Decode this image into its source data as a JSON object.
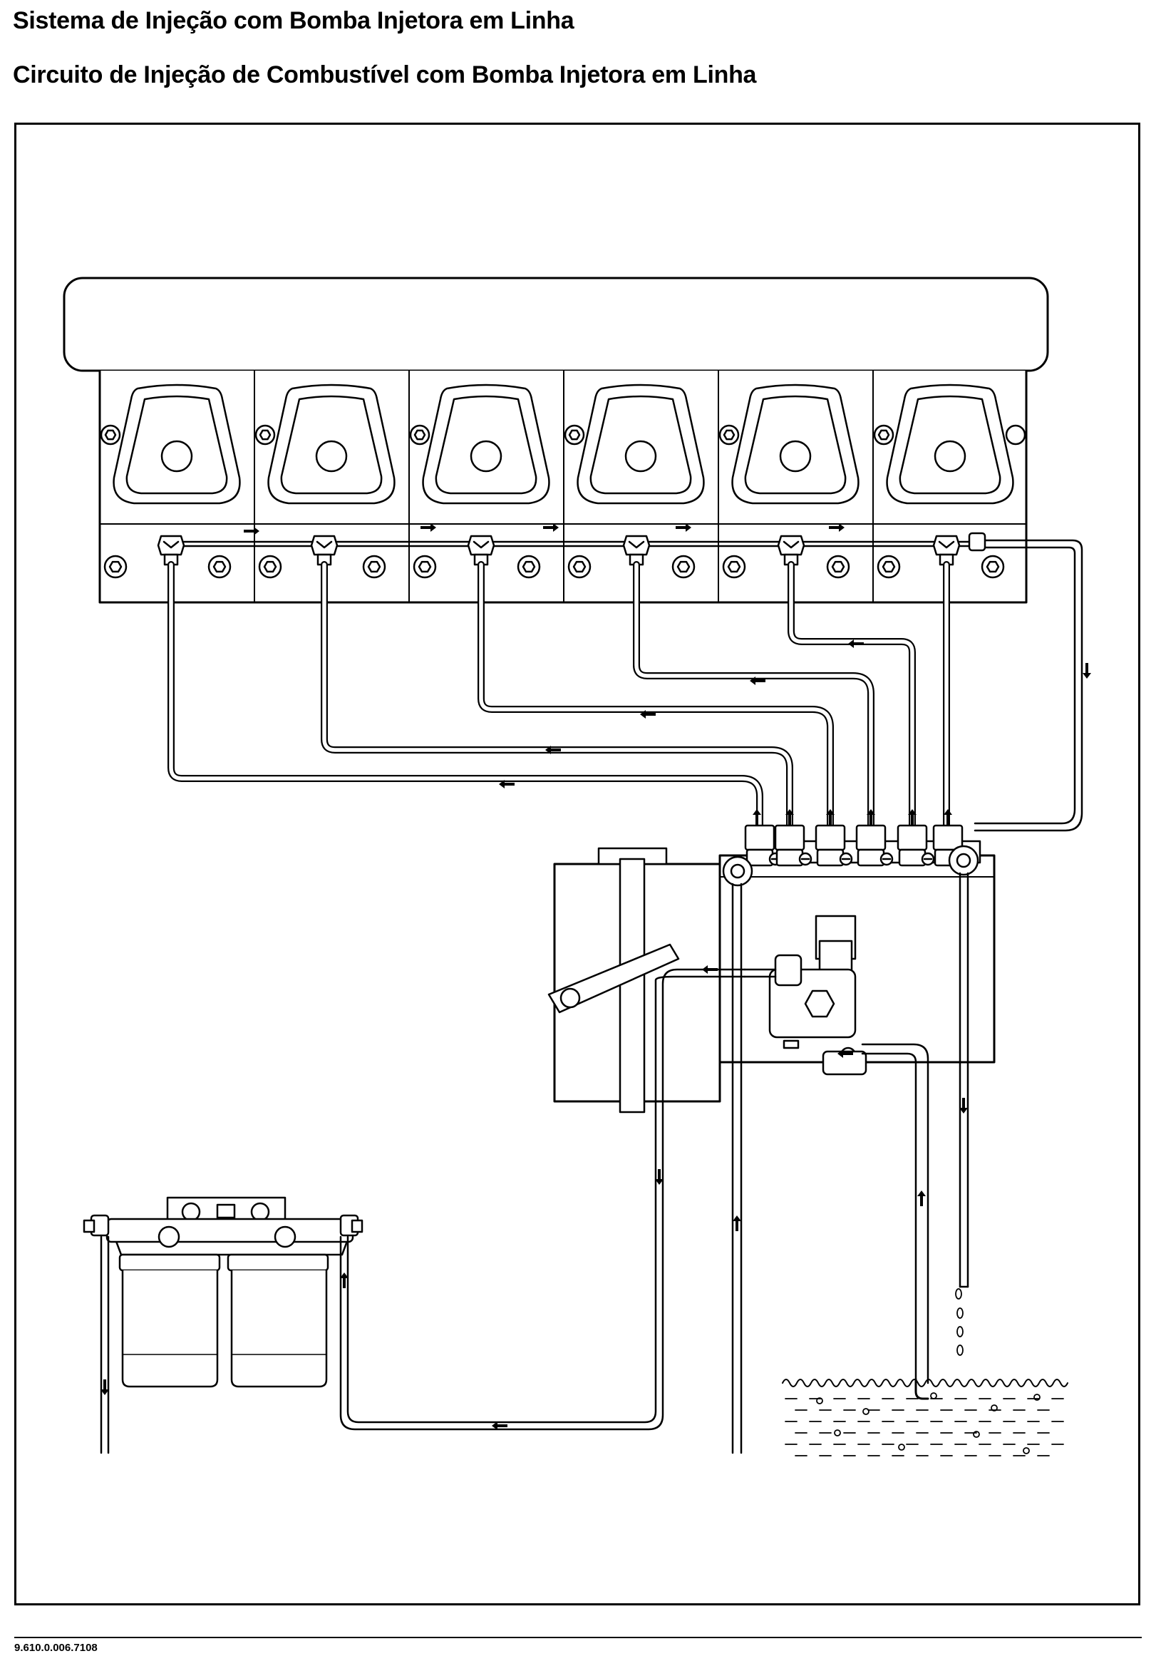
{
  "header": {
    "title": "Sistema de Injeção com Bomba Injetora em Linha",
    "subtitle": "Circuito de Injeção de Combustível com Bomba Injetora em Linha"
  },
  "footer": {
    "doc_code": "9.610.0.006.7108"
  },
  "diagram": {
    "cylinder_count": 6,
    "components": [
      {
        "id": "cylinder-head",
        "icon": "engine-head-icon"
      },
      {
        "id": "injectors",
        "icon": "injector-icon",
        "count": 6
      },
      {
        "id": "inline-injection-pump",
        "icon": "injection-pump-icon"
      },
      {
        "id": "feed-pump",
        "icon": "feed-pump-icon"
      },
      {
        "id": "double-fuel-filter",
        "icon": "fuel-filter-icon"
      },
      {
        "id": "fuel-tank",
        "icon": "fuel-tank-icon"
      }
    ],
    "colors": {
      "line": "#000000",
      "background": "#ffffff"
    }
  }
}
